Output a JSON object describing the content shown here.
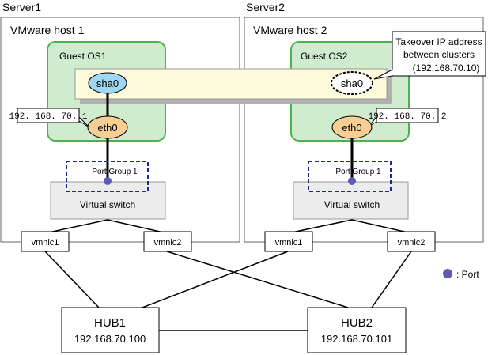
{
  "colors": {
    "guest_green": "#4fb04f",
    "guest_fill": "#cfeccf",
    "band_fill": "#fdfbdb",
    "sha_blue": "#9fd7f3",
    "eth_orange": "#f7cf94",
    "port_navy": "#1c2a8a",
    "port_dot": "#5e58b8",
    "switch_fill": "#ececec"
  },
  "server1": {
    "label": "Server1",
    "host": "VMware host 1",
    "guest": "Guest OS1",
    "sha": "sha0",
    "eth": "eth0",
    "ip": "192. 168. 70. 1",
    "port_group": "Port Group 1",
    "vswitch": "Virtual switch",
    "vmnic1": "vmnic1",
    "vmnic2": "vmnic2"
  },
  "server2": {
    "label": "Server2",
    "host": "VMware host 2",
    "guest": "Guest OS2",
    "sha": "sha0",
    "eth": "eth0",
    "ip": "192. 168. 70. 2",
    "port_group": "Port Group 1",
    "vswitch": "Virtual switch",
    "vmnic1": "vmnic1",
    "vmnic2": "vmnic2"
  },
  "takeover": {
    "line1": "Takeover IP address",
    "line2": "between clusters",
    "line3": "(192.168.70.10)"
  },
  "legend": {
    "label": ": Port",
    "icon": "port-dot-icon"
  },
  "hub1": {
    "name": "HUB1",
    "ip": "192.168.70.100"
  },
  "hub2": {
    "name": "HUB2",
    "ip": "192.168.70.101"
  }
}
